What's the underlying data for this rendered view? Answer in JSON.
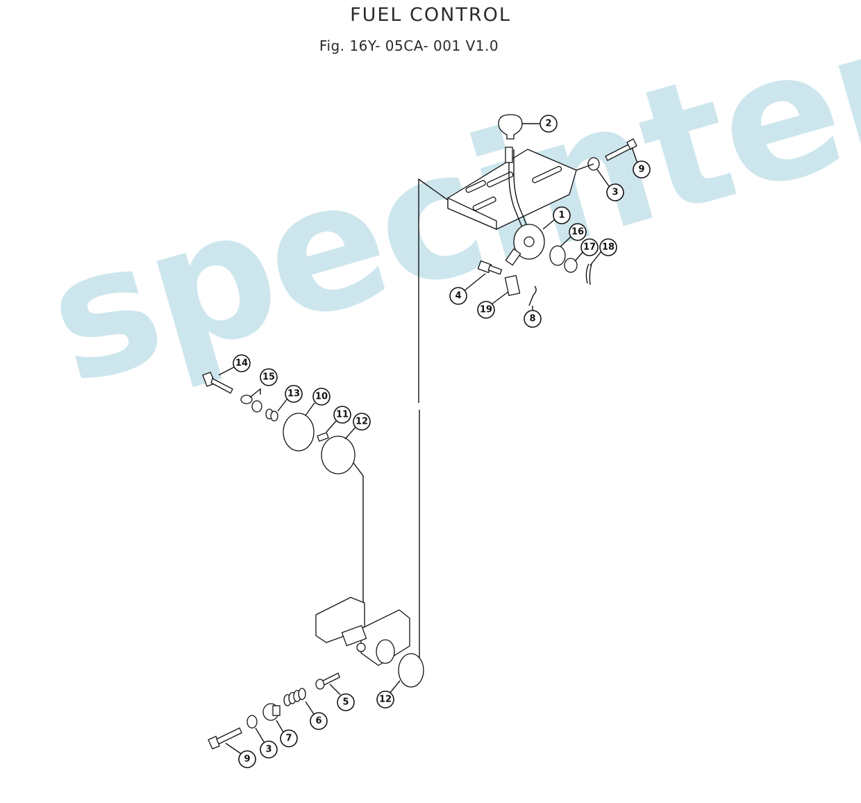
{
  "header": {
    "title": "FUEL CONTROL",
    "figure": "Fig. 16Y- 05CA- 001  V1.0"
  },
  "watermark": {
    "text": "specinter.ru",
    "color": "#bfdfe8"
  },
  "callouts": [
    {
      "id": "c2",
      "label": "2"
    },
    {
      "id": "c9a",
      "label": "9"
    },
    {
      "id": "c3a",
      "label": "3"
    },
    {
      "id": "c1",
      "label": "1"
    },
    {
      "id": "c16",
      "label": "16"
    },
    {
      "id": "c17",
      "label": "17"
    },
    {
      "id": "c18",
      "label": "18"
    },
    {
      "id": "c4",
      "label": "4"
    },
    {
      "id": "c19",
      "label": "19"
    },
    {
      "id": "c8",
      "label": "8"
    },
    {
      "id": "c14",
      "label": "14"
    },
    {
      "id": "c15",
      "label": "15"
    },
    {
      "id": "c13",
      "label": "13"
    },
    {
      "id": "c10",
      "label": "10"
    },
    {
      "id": "c11",
      "label": "11"
    },
    {
      "id": "c12a",
      "label": "12"
    },
    {
      "id": "c5",
      "label": "5"
    },
    {
      "id": "c12b",
      "label": "12"
    },
    {
      "id": "c6",
      "label": "6"
    },
    {
      "id": "c7",
      "label": "7"
    },
    {
      "id": "c3b",
      "label": "3"
    },
    {
      "id": "c9b",
      "label": "9"
    }
  ]
}
